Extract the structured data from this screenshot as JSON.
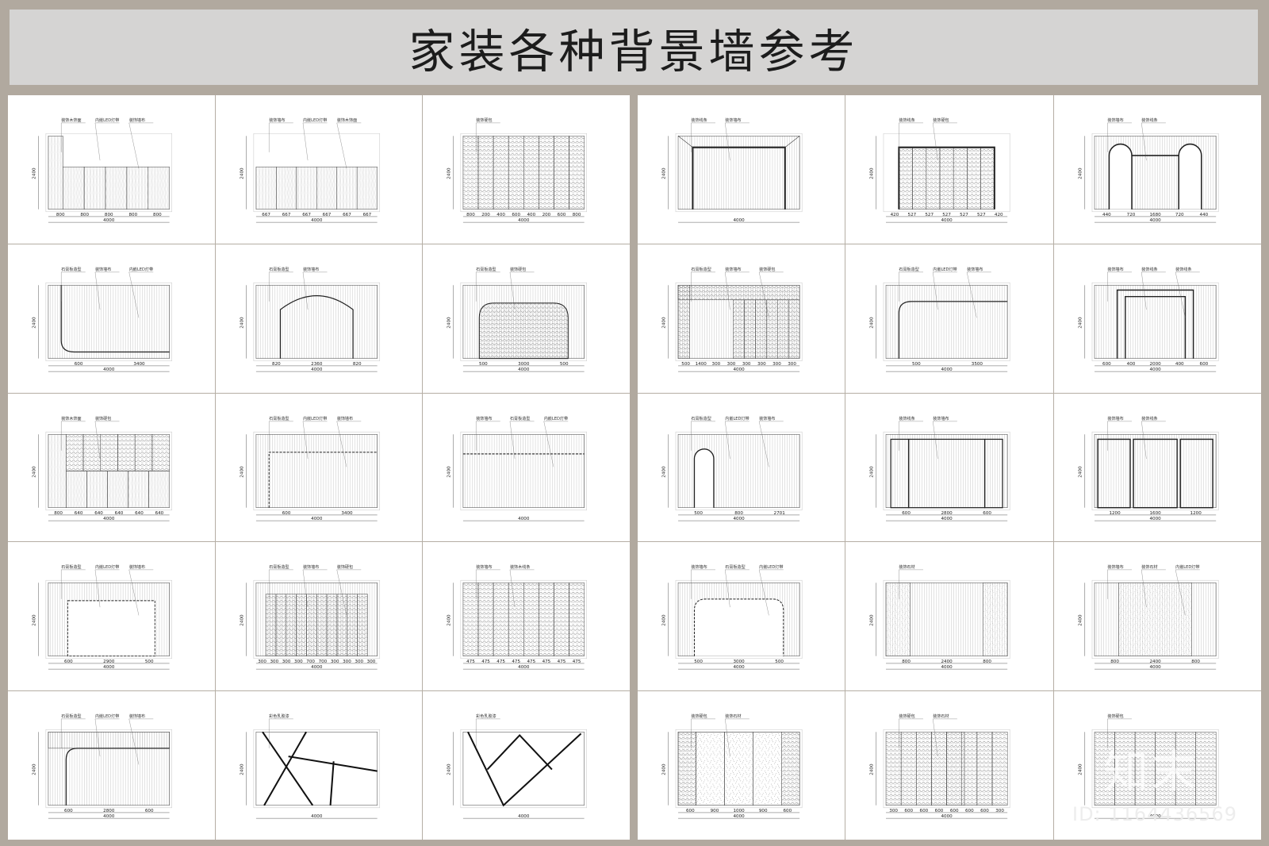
{
  "title": "家装各种背景墙参考",
  "watermark": "知末",
  "id_label": "ID: 1164436569",
  "colors": {
    "frame": "#b1a99f",
    "title_bg": "#d5d4d3",
    "panel_bg": "#ffffff",
    "line": "#222222"
  },
  "total_dim": "4000",
  "height_dim": "2400",
  "panels": [
    {
      "labels": [
        "装饰木饰面",
        "内嵌LED灯带",
        "装饰墙布"
      ],
      "dims": [
        "800",
        "800",
        "800",
        "800",
        "800"
      ],
      "motif": "wood-l"
    },
    {
      "labels": [
        "装饰墙布",
        "内嵌LED灯带",
        "装饰木饰面"
      ],
      "dims": [
        "667",
        "667",
        "667",
        "667",
        "667",
        "667"
      ],
      "motif": "wood-low"
    },
    {
      "labels": [
        "装饰硬包"
      ],
      "dims": [
        "800",
        "200",
        "400",
        "600",
        "400",
        "200",
        "600",
        "800"
      ],
      "motif": "hardpack"
    },
    {
      "labels": [
        "装饰线条",
        "装饰墙布"
      ],
      "dims": [],
      "motif": "frame-lines"
    },
    {
      "labels": [
        "装饰线条",
        "装饰硬包"
      ],
      "dims": [
        "420",
        "527",
        "527",
        "527",
        "527",
        "527",
        "420"
      ],
      "motif": "frame-hardpack"
    },
    {
      "labels": [
        "装饰墙布",
        "装饰线条"
      ],
      "dims": [
        "440",
        "720",
        "1680",
        "720",
        "440"
      ],
      "motif": "double-arch"
    },
    {
      "labels": [
        "石膏板造型",
        "装饰墙布",
        "内嵌LED灯带"
      ],
      "dims": [
        "600",
        "3400"
      ],
      "motif": "curve-corner"
    },
    {
      "labels": [
        "石膏板造型",
        "装饰墙布"
      ],
      "dims": [
        "820",
        "2360",
        "820"
      ],
      "motif": "arch"
    },
    {
      "labels": [
        "石膏板造型",
        "装饰硬包"
      ],
      "dims": [
        "500",
        "3000",
        "500"
      ],
      "motif": "rounded-hardpack"
    },
    {
      "labels": [
        "石膏板造型",
        "装饰墙布",
        "装饰硬包"
      ],
      "dims": [
        "500",
        "1400",
        "300",
        "300",
        "300",
        "300",
        "300",
        "300"
      ],
      "motif": "l-hardpack"
    },
    {
      "labels": [
        "石膏板造型",
        "内嵌LED灯带",
        "装饰墙布"
      ],
      "dims": [
        "500",
        "3500"
      ],
      "motif": "curve-corner-top"
    },
    {
      "labels": [
        "装饰墙布",
        "装饰线条",
        "装饰线条"
      ],
      "dims": [
        "600",
        "400",
        "2000",
        "400",
        "600"
      ],
      "motif": "nested-frame"
    },
    {
      "labels": [
        "装饰木饰面",
        "装饰硬包"
      ],
      "dims": [
        "800",
        "640",
        "640",
        "640",
        "640",
        "640"
      ],
      "motif": "wood-hardpack"
    },
    {
      "labels": [
        "石膏板造型",
        "内嵌LED灯带",
        "装饰墙布"
      ],
      "dims": [
        "600",
        "3400"
      ],
      "motif": "step-ceiling"
    },
    {
      "labels": [
        "装饰墙布",
        "石膏板造型",
        "内嵌LED灯带"
      ],
      "dims": [],
      "motif": "ceiling-line"
    },
    {
      "labels": [
        "石膏板造型",
        "内嵌LED灯带",
        "装饰墙布"
      ],
      "dims": [
        "500",
        "800",
        "2701"
      ],
      "motif": "small-arch"
    },
    {
      "labels": [
        "装饰线条",
        "装饰墙布"
      ],
      "dims": [
        "600",
        "2800",
        "600"
      ],
      "motif": "three-frames"
    },
    {
      "labels": [
        "装饰墙布",
        "装饰线条"
      ],
      "dims": [
        "1200",
        "1600",
        "1200"
      ],
      "motif": "three-panels"
    },
    {
      "labels": [
        "石膏板造型",
        "内嵌LED灯带",
        "装饰墙布"
      ],
      "dims": [
        "600",
        "2900",
        "500"
      ],
      "motif": "recess"
    },
    {
      "labels": [
        "石膏板造型",
        "装饰墙布",
        "装饰硬包"
      ],
      "dims": [
        "300",
        "300",
        "300",
        "300",
        "700",
        "700",
        "300",
        "300",
        "300",
        "300"
      ],
      "motif": "hardpack-wide"
    },
    {
      "labels": [
        "装饰墙布",
        "装饰木线条"
      ],
      "dims": [
        "475",
        "475",
        "475",
        "475",
        "475",
        "475",
        "475",
        "475"
      ],
      "motif": "hardpack-full"
    },
    {
      "labels": [
        "装饰墙布",
        "石膏板造型",
        "内嵌LED灯带"
      ],
      "dims": [
        "500",
        "3000",
        "500"
      ],
      "motif": "round-arch-wide"
    },
    {
      "labels": [
        "装饰石材"
      ],
      "dims": [
        "800",
        "2400",
        "800"
      ],
      "motif": "stone-center"
    },
    {
      "labels": [
        "装饰墙布",
        "装饰石材",
        "内嵌LED灯带"
      ],
      "dims": [
        "800",
        "2400",
        "800"
      ],
      "motif": "stone-speckle"
    },
    {
      "labels": [
        "石膏板造型",
        "内嵌LED灯带",
        "装饰墙布"
      ],
      "dims": [
        "600",
        "2800",
        "600"
      ],
      "motif": "curve-corner-left"
    },
    {
      "labels": [
        "彩色乳胶漆"
      ],
      "dims": [],
      "motif": "crossing-lines"
    },
    {
      "labels": [
        "彩色乳胶漆"
      ],
      "dims": [],
      "motif": "v-lines"
    },
    {
      "labels": [
        "装饰硬包",
        "装饰石材"
      ],
      "dims": [
        "600",
        "900",
        "1000",
        "900",
        "600"
      ],
      "motif": "stone-sides"
    },
    {
      "labels": [
        "装饰硬包",
        "装饰石材"
      ],
      "dims": [
        "300",
        "600",
        "600",
        "600",
        "600",
        "600",
        "600",
        "300"
      ],
      "motif": "stone-middle"
    },
    {
      "labels": [
        "装饰硬包"
      ],
      "dims": [],
      "motif": "hardpack-full-only"
    }
  ]
}
